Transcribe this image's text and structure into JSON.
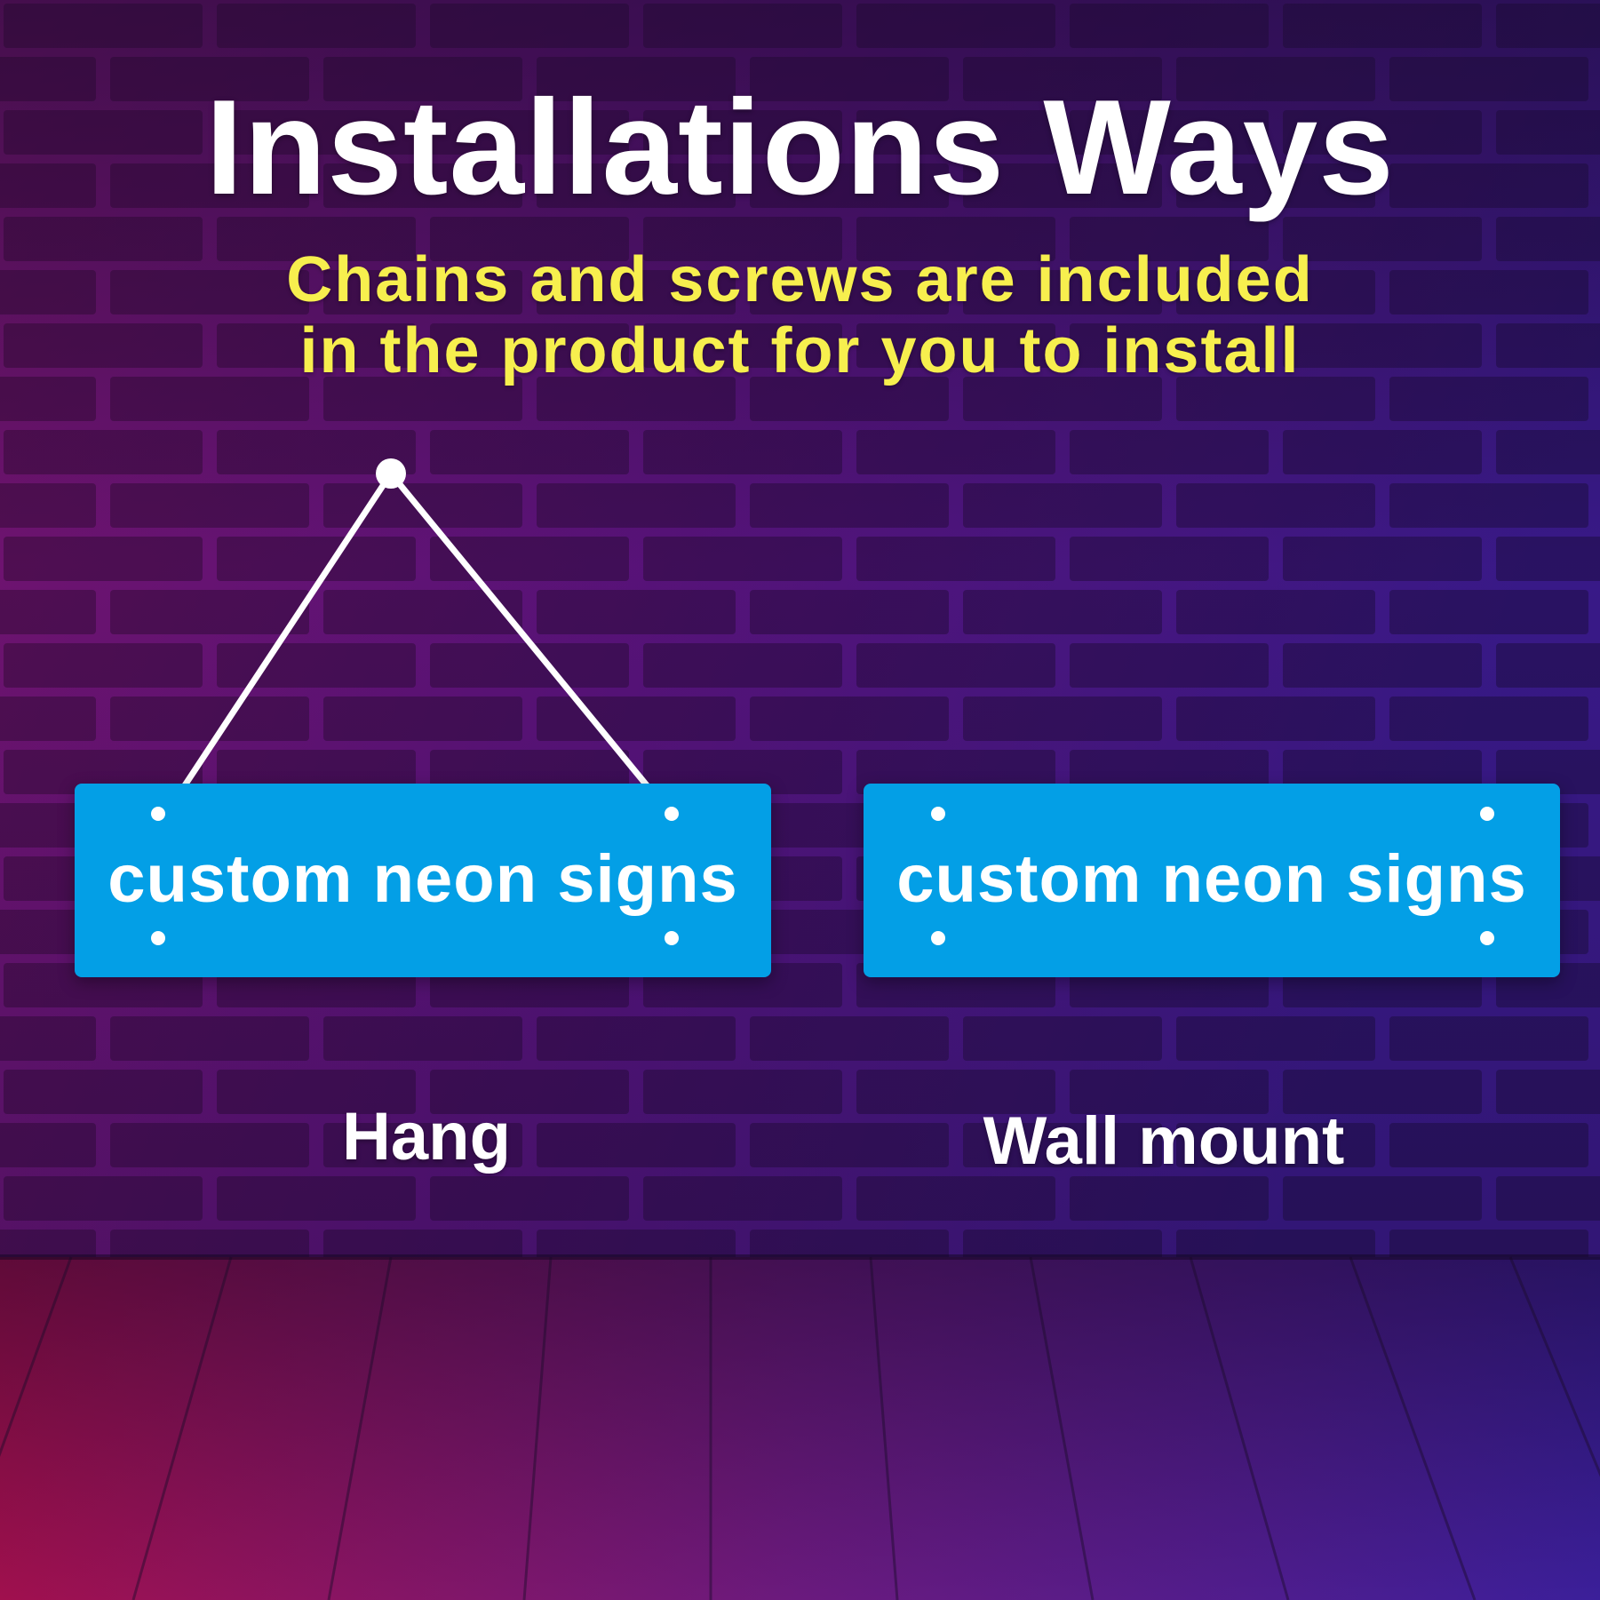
{
  "header": {
    "title": "Installations Ways",
    "subtitle_line1": "Chains and screws are included",
    "subtitle_line2": "in the product for you to install"
  },
  "signs": [
    {
      "text": "custom neon signs",
      "label": "Hang"
    },
    {
      "text": "custom neon signs",
      "label": "Wall mount"
    }
  ],
  "colors": {
    "title": "#ffffff",
    "subtitle": "#f7ef4e",
    "sign_fill": "#039fe6",
    "wall_left": "#7a1470",
    "wall_right": "#3a1a8c",
    "floor_left": "#a0104e",
    "floor_right": "#3b1f9a"
  }
}
